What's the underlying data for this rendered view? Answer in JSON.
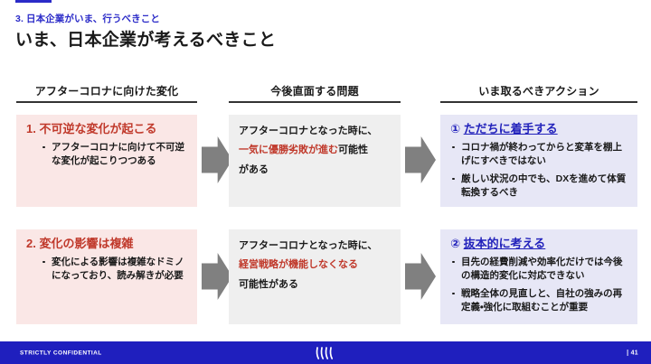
{
  "header": {
    "eyebrow": "3. 日本企業がいま、行うべきこと",
    "title": "いま、日本企業が考えるべきこと",
    "accent_color": "#2b2bc8"
  },
  "columns": [
    {
      "id": "change",
      "label": "アフターコロナに向けた変化"
    },
    {
      "id": "problem",
      "label": "今後直面する問題"
    },
    {
      "id": "action",
      "label": "いま取るべきアクション"
    }
  ],
  "colors": {
    "change_bg": "#fae7e6",
    "problem_bg": "#efefef",
    "action_bg": "#e7e7f6",
    "red_text": "#c0392b",
    "blue_text": "#2222bb",
    "arrow": "#808080",
    "footer_bg": "#1f1fbe"
  },
  "rows": [
    {
      "change": {
        "number": "1.",
        "heading": "不可逆な変化が起こる",
        "bullets": [
          "アフターコロナに向けて不可逆な変化が起こりつつある"
        ]
      },
      "problem": {
        "lead": "アフターコロナとなった時に、",
        "highlight": "一気に優勝劣敗が進む",
        "tail_inline": "可能性",
        "tail": "がある"
      },
      "action": {
        "marker": "①",
        "heading": "ただちに着手する",
        "bullets": [
          "コロナ禍が終わってからと変革を棚上げにすべきではない",
          "厳しい状況の中でも、DXを進めて体質転換するべき"
        ]
      }
    },
    {
      "change": {
        "number": "2.",
        "heading": "変化の影響は複雑",
        "bullets": [
          "変化による影響は複雑なドミノになっており、読み解きが必要"
        ]
      },
      "problem": {
        "lead": "アフターコロナとなった時に、",
        "highlight": "経営戦略が機能しなくなる",
        "tail_inline": "",
        "tail": "可能性がある"
      },
      "action": {
        "marker": "②",
        "heading": "抜本的に考える",
        "bullets": [
          "目先の経費削減や効率化だけでは今後の構造的変化に対応できない",
          "戦略全体の見直しと、自社の強みの再定義・強化に取組むことが重要"
        ]
      }
    }
  ],
  "footer": {
    "confidential": "STRICTLY CONFIDENTIAL",
    "page": "| 41"
  }
}
